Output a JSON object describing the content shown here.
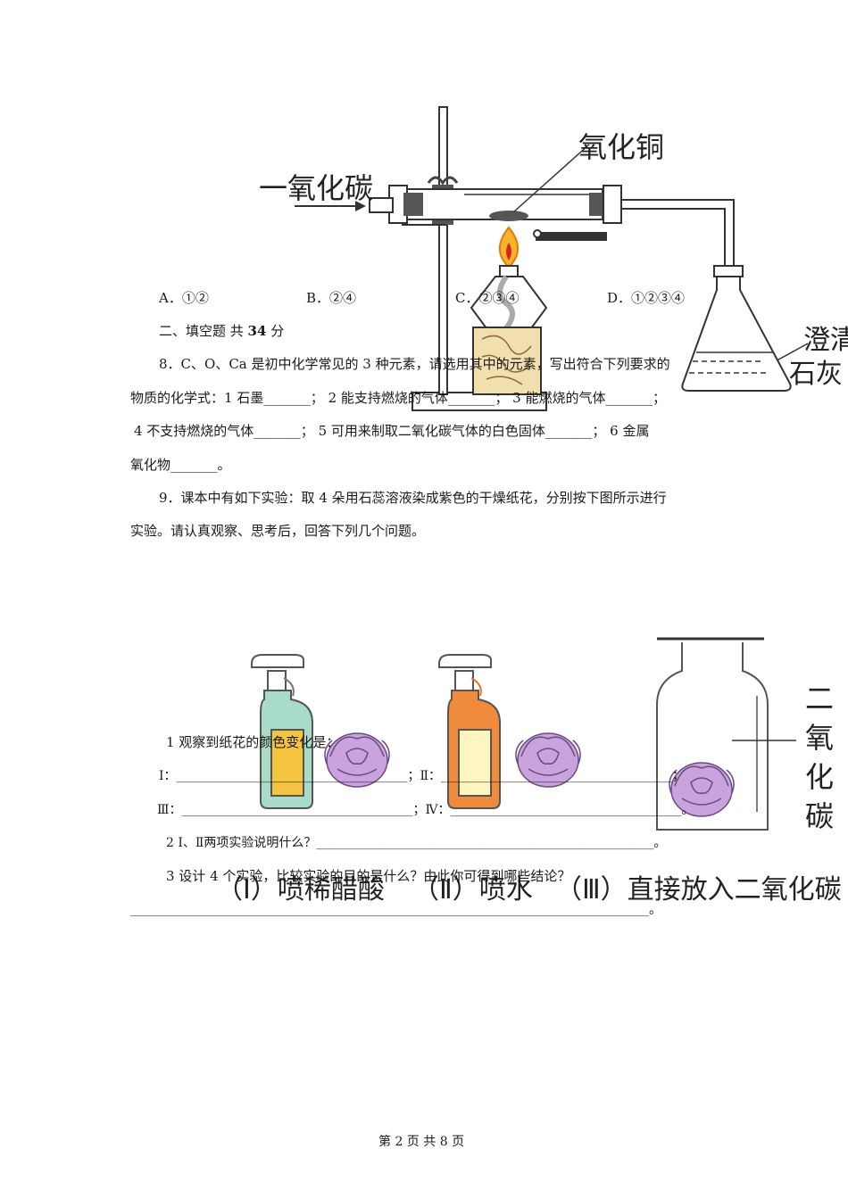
{
  "figure1": {
    "label_co": "一氧化碳",
    "label_cuo": "氧化铜",
    "label_limewater_1": "澄清",
    "label_limewater_2": "石灰"
  },
  "q7_options": {
    "a": "A．①②",
    "b": "B．②④",
    "c": "C．②③④",
    "d": "D．①②③④"
  },
  "section2": {
    "prefix": "二、填空题  共 ",
    "score": "34",
    "suffix": " 分"
  },
  "q8": {
    "line1": "8．C、O、Ca 是初中化学常见的 3 种元素，请选用其中的元素，写出符合下列要求的",
    "line2": "物质的化学式：1  石墨_______；  2  能支持燃烧的气体_______；  3  能燃烧的气体_______；",
    "line3": "4  不支持燃烧的气体_______；   5  可用来制取二氧化碳气体的白色固体_______；   6  金属",
    "line4": "氧化物_______。"
  },
  "q9": {
    "line1": "9．课本中有如下实验：取 4 朵用石蕊溶液染成紫色的干燥纸花，分别按下图所示进行",
    "line2": "实验。请认真观察、思考后，回答下列几个问题。",
    "sub1": "1  观察到纸花的颜色变化是：",
    "row1": "Ⅰ：_____________________________________；Ⅱ：_____________________________________；",
    "row2": "Ⅲ：_____________________________________；Ⅳ：_____________________________________。",
    "sub2": "2  Ⅰ、Ⅱ两项实验说明什么？______________________________________________________。",
    "sub3": "3  设计 4 个实验，比较实验的目的是什么？由此你可得到哪些结论？",
    "answer_line": "___________________________________________________________________________________。"
  },
  "figure2": {
    "caption_1": "（Ⅰ）喷稀醋酸",
    "caption_2": "（Ⅱ）喷水",
    "caption_3": "（Ⅲ）直接放入二氧化碳",
    "co2_1": "二",
    "co2_2": "氧",
    "co2_3": "化",
    "co2_4": "碳"
  },
  "footer": {
    "page": "第 2 页 共 8 页"
  },
  "colors": {
    "bottle1": "#a9dcc8",
    "bottle1_label": "#f5c542",
    "bottle2": "#f08a3c",
    "bottle2_label": "#fff5c0",
    "flower": "#c9a4dc",
    "flame": "#f5b52a",
    "wood": "#f2dfae"
  }
}
